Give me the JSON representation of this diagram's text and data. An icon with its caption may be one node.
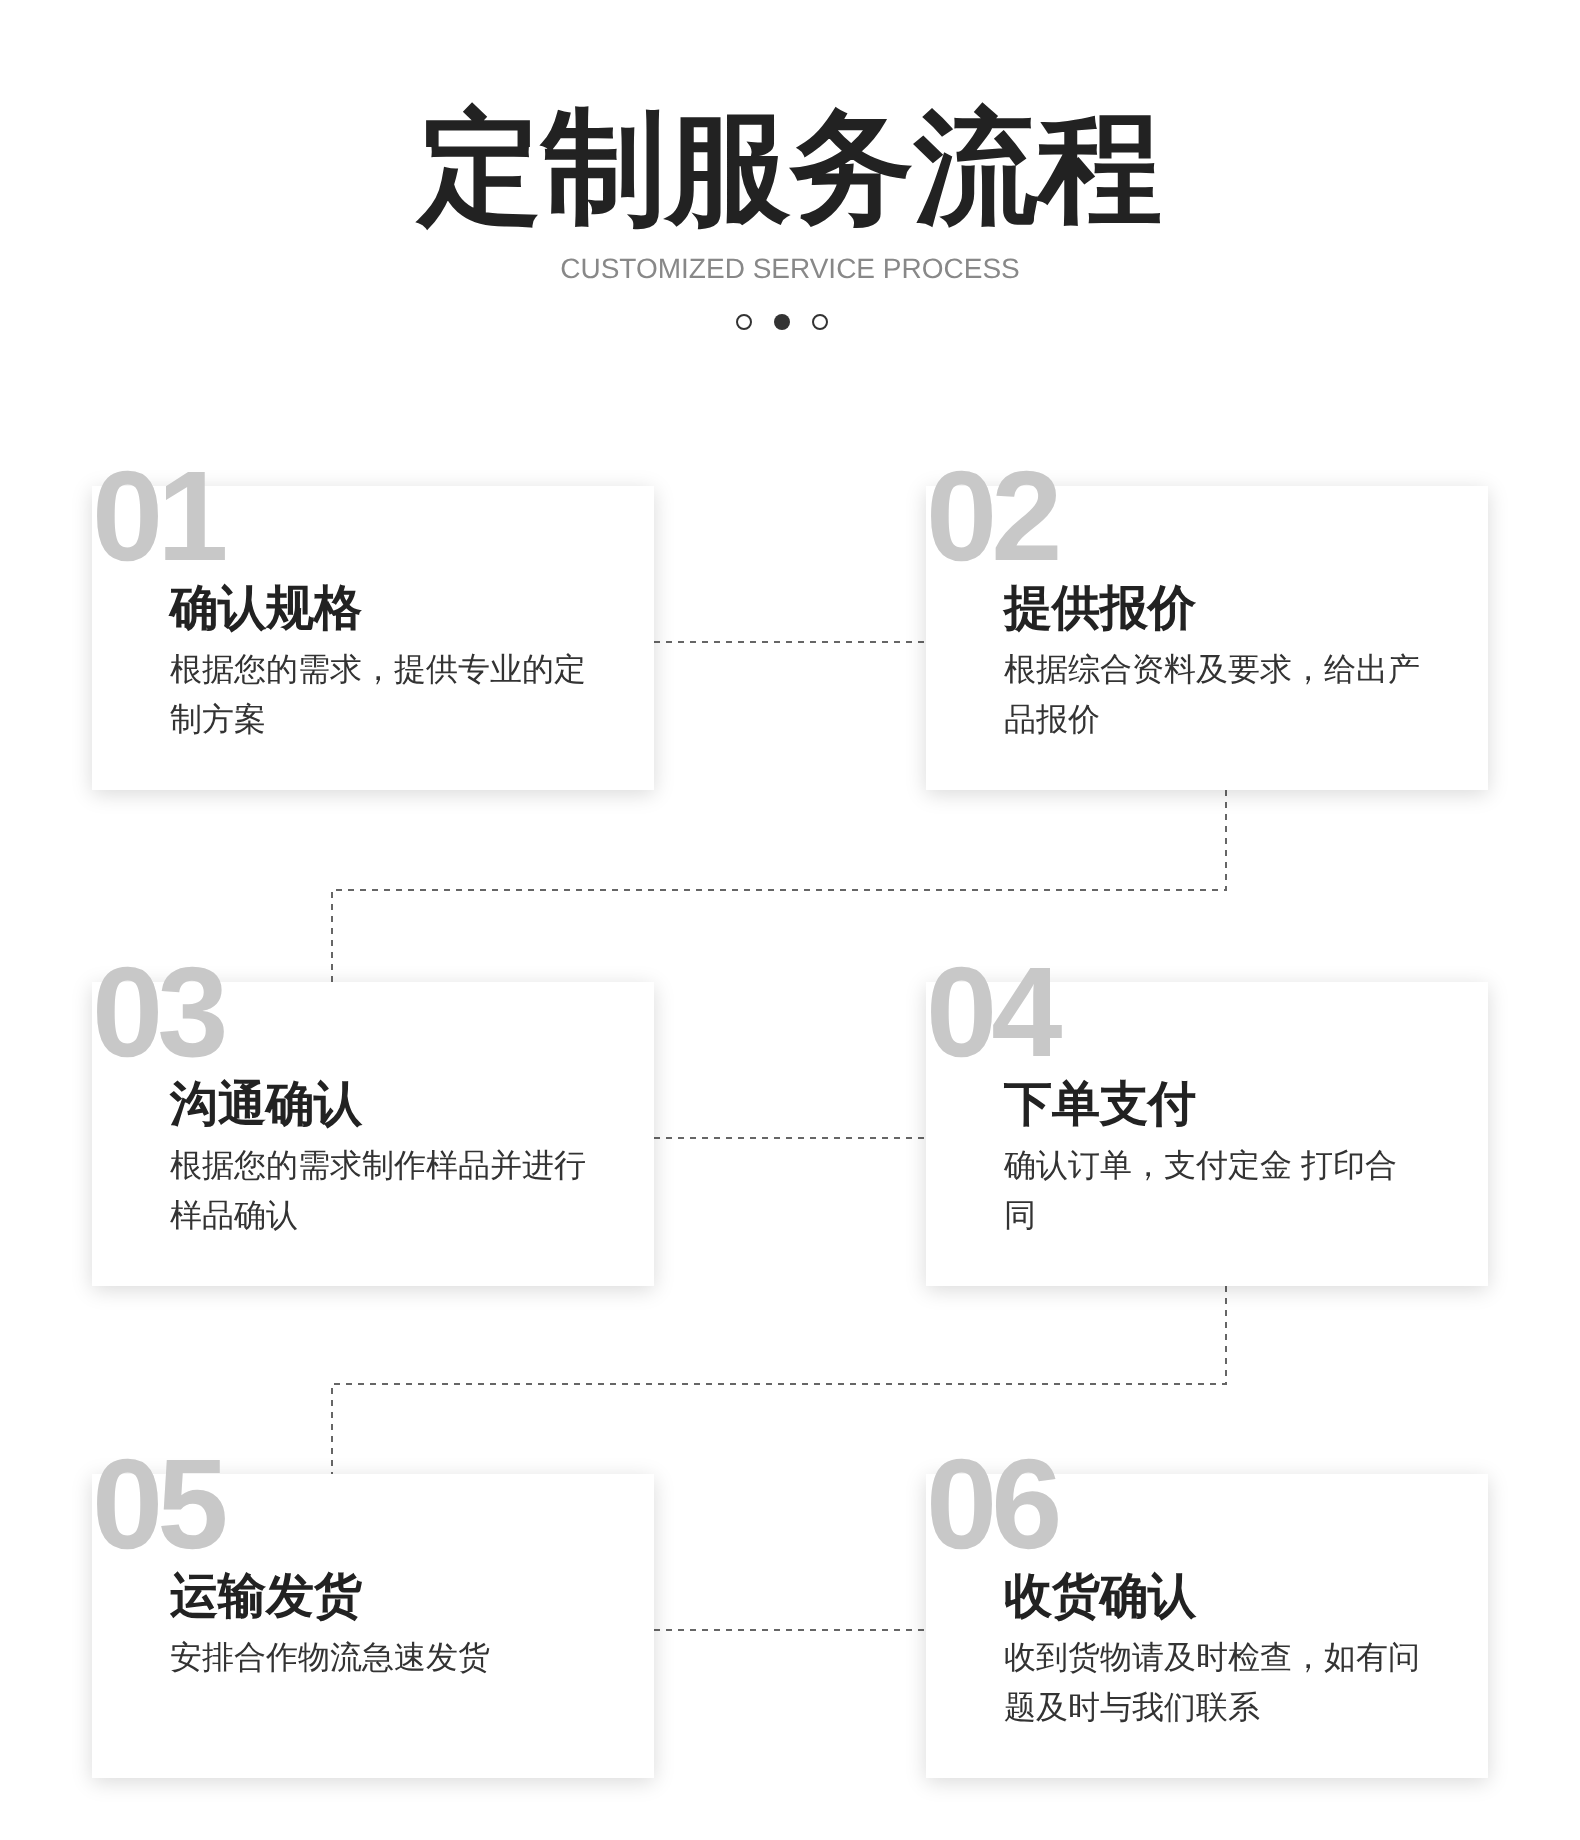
{
  "diagram": {
    "title": "定制服务流程",
    "nodes": [
      {
        "text": [
          "01",
          "确认规格",
          "根据您的需求，提供专业的定制方案"
        ]
      },
      {
        "text": [
          "02",
          "提供报价",
          "根据综合资料及要求，给出产品报价"
        ]
      },
      {
        "text": [
          "03",
          "沟通确认",
          "根据您的需求制作样品并进行样品确认"
        ]
      },
      {
        "text": [
          "04",
          "下单支付",
          "确认订单，支付定金 打印合同"
        ]
      },
      {
        "text": [
          "05",
          "运输发货",
          "安排合作物流急速发货"
        ]
      },
      {
        "text": [
          "06",
          "收货确认",
          "收到货物请及时检查，如有问题及时与我们联系"
        ]
      }
    ],
    "edges": [
      {
        "from": 0,
        "to": 1,
        "arrow": "none",
        "style": "dashed"
      },
      {
        "from": 1,
        "to": 2,
        "arrow": "none",
        "style": "dashed"
      },
      {
        "from": 2,
        "to": 3,
        "arrow": "none",
        "style": "dashed"
      },
      {
        "from": 3,
        "to": 4,
        "arrow": "none",
        "style": "dashed"
      },
      {
        "from": 4,
        "to": 5,
        "arrow": "none",
        "style": "dashed"
      }
    ],
    "labels": [
      "CUSTOMIZED SERVICE PROCESS"
    ]
  }
}
